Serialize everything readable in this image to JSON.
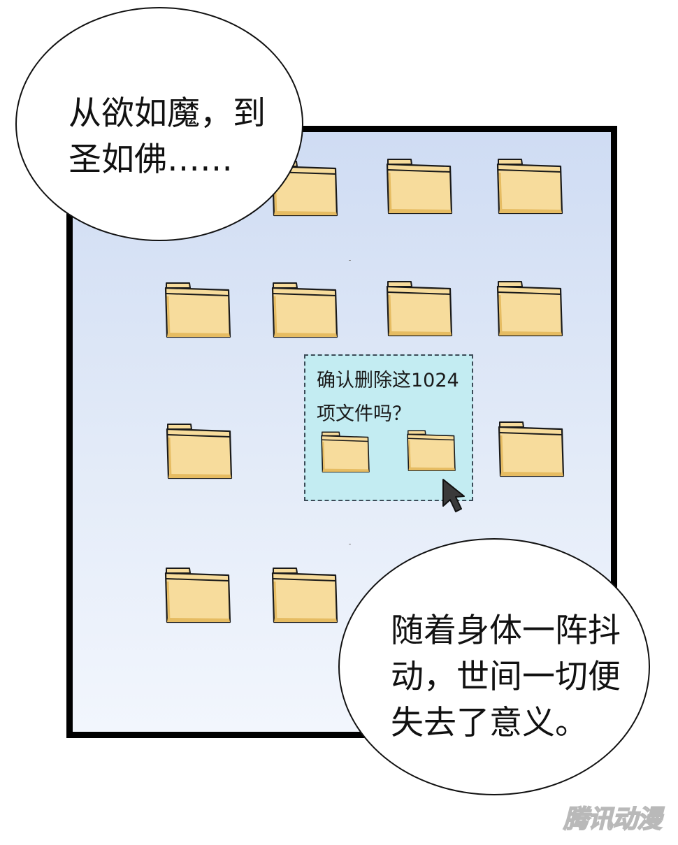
{
  "bubbles": {
    "top_left": "从欲如魔，到\n圣如佛……",
    "bottom_right": "随着身体一阵抖\n动，世间一切便\n失去了意义。"
  },
  "dialog": {
    "message": "确认删除这1024项文件吗？"
  },
  "icons": {
    "folder": "folder-icon",
    "cursor": "mouse-pointer-icon"
  },
  "colors": {
    "folder_fill": "#f7dc9c",
    "folder_shade": "#e6bc62",
    "dialog_bg": "#c3ecf2",
    "panel_bg": "#d6e1f5"
  },
  "watermark": {
    "text": "腾讯动漫"
  }
}
